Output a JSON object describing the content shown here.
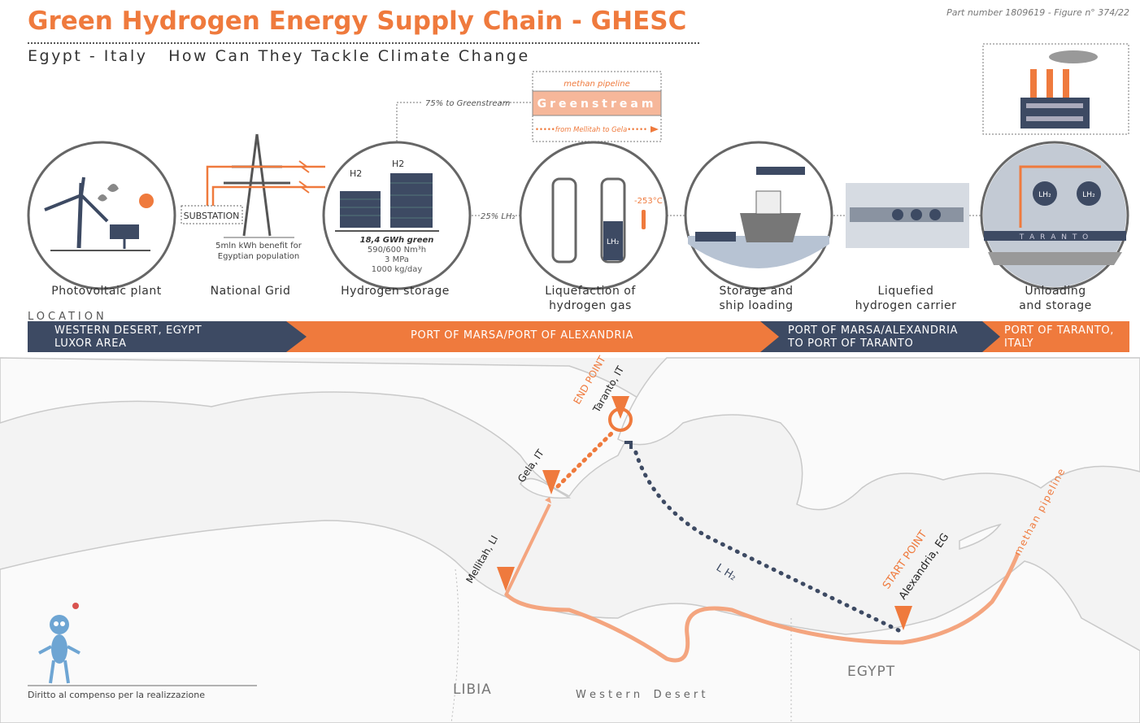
{
  "header": {
    "title": "Green Hydrogen Energy Supply Chain - GHESC",
    "subtitle": "Egypt - Italy   How Can They Tackle Climate Change",
    "part_number": "Part number 1809619 - Figure n° 374/22"
  },
  "steps": [
    {
      "label": "Photovoltaic plant"
    },
    {
      "label": "National Grid"
    },
    {
      "label": "Hydrogen storage"
    },
    {
      "label_1": "Liquefaction of",
      "label_2": "hydrogen gas"
    },
    {
      "label_1": "Storage and",
      "label_2": "ship loading"
    },
    {
      "label_1": "Liquefied",
      "label_2": "hydrogen carrier"
    },
    {
      "label_1": "Unloading",
      "label_2": "and storage"
    }
  ],
  "grid": {
    "substation": "SUBSTATION",
    "benefit_1": "5mln kWh benefit for",
    "benefit_2": "Egyptian population"
  },
  "storage": {
    "h2": "H2",
    "line_1": "18,4 GWh green",
    "line_2": "590/600 Nm³h",
    "line_3": "3 MPa",
    "line_4": "1000 kg/day"
  },
  "pipeline_box": {
    "title": "methan pipeline",
    "name": "Greenstream",
    "route": "•••••from Mellitah to Gela•••••"
  },
  "flows": {
    "greenstream": "75% to Greenstream",
    "lh2": "25% LH₂"
  },
  "liquefaction": {
    "temp": "-253°C",
    "lh2": "LH₂"
  },
  "unloading": {
    "lh2": "LH₂",
    "taranto": "T A R A N T O"
  },
  "location": {
    "heading": "LOCATION",
    "segments": [
      {
        "line_1": "WESTERN DESERT, EGYPT",
        "line_2": "LUXOR AREA"
      },
      {
        "line_1": "PORT OF MARSA/PORT OF ALEXANDRIA"
      },
      {
        "line_1": "PORT OF MARSA/ALEXANDRIA",
        "line_2": "TO PORT OF TARANTO"
      },
      {
        "line_1": "PORT OF TARANTO,",
        "line_2": "ITALY"
      }
    ]
  },
  "map": {
    "end_point": "END POINT",
    "taranto": "Taranto, IT",
    "gela": "Gela, IT",
    "mellitah": "Mellitah, LI",
    "lh2": "L H₂",
    "start_point": "START POINT",
    "alexandria": "Alexandria, EG",
    "methan_pipeline": "methan pipeline",
    "libia": "LIBIA",
    "egypt": "EGYPT",
    "western_desert": "W e s t e r n    D e s e r t"
  },
  "footer": {
    "credit": "Diritto al compenso per la realizzazione"
  },
  "colors": {
    "orange": "#ef7a3d",
    "navy": "#3d4a63",
    "light_orange": "#f4a57f"
  }
}
